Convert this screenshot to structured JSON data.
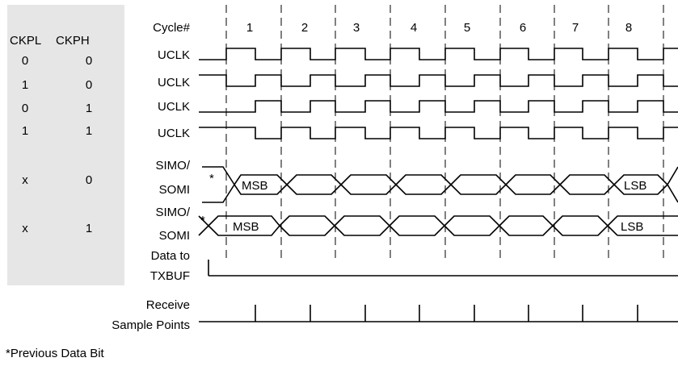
{
  "settings_header": {
    "ckpl_label": "CKPL",
    "ckph_label": "CKPH"
  },
  "settings_rows": [
    {
      "ckpl": "0",
      "ckph": "0"
    },
    {
      "ckpl": "1",
      "ckph": "0"
    },
    {
      "ckpl": "0",
      "ckph": "1"
    },
    {
      "ckpl": "1",
      "ckph": "1"
    },
    {
      "ckpl": "x",
      "ckph": "0"
    },
    {
      "ckpl": "x",
      "ckph": "1"
    }
  ],
  "signal_labels": {
    "cycle": "Cycle#",
    "uclk": "UCLK",
    "simo_line1": "SIMO/",
    "simo_line2": "SOMI",
    "txbuf_line1": "Data to",
    "txbuf_line2": "TXBUF",
    "sample_line1": "Receive",
    "sample_line2": "Sample Points"
  },
  "cycles": [
    "1",
    "2",
    "3",
    "4",
    "5",
    "6",
    "7",
    "8"
  ],
  "data_labels": {
    "previous_marker": "*",
    "msb": "MSB",
    "lsb": "LSB"
  },
  "footnote": "*Previous Data Bit"
}
